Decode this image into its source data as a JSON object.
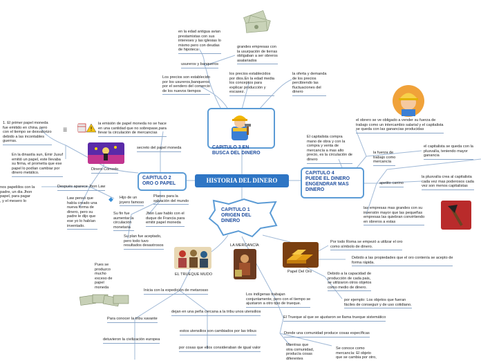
{
  "central": "HISTORIA DEL DINERO",
  "chapters": {
    "c1": "CAPITULO 1\nORIGEN DEL\nDINERO",
    "c2": "CAPITULO 2\nORO O PAPEL",
    "c3": "CAPITULO 3 EN\nBUSCA DEL DINERO",
    "c4": "CAPITULO 4\nPUEDE EL DINERO\nENGENDRAR MAS\nDINERO"
  },
  "c3_nodes": {
    "n1": "en la edad antigua avian\nprestamistas con sus\nintereses y las iglesias lo\nmismo pero con deudas\nde hipoteca",
    "n2": "grandes empresas con\nla usurpación de tierras\nobligaban a ser obreros\nasalariados",
    "n3": "usureros y banqueros",
    "n4": "Los precios son establecido\npor los usureros,banqueros\npor el sendero del comercio\nde los nuevos tiempos",
    "n5": "los precios establecidos\npor dios.En la edad media\nlos conceptos para\nexplicar   producción y\nescasez.",
    "n6": "la oferta y demanda\nde los precios\npercibiendo las\nfluctuaciones del\ndinero"
  },
  "c2_nodes": {
    "emission": "la emisión de papel moneda no se hace\nen una cantidad que no sobrepase,para\nllevar la circulación de mercancías",
    "secret": "secreto del papel moneda",
    "china": "1. El primer papel moneda\nfue emitido en china, pero\ncon el tiempo se desvalorizo\ndebido a las incontables\nguerras.",
    "sung": "En la dinastía sun, Emir Jusuf\nemitió un papel, este llevaba\nsu firma, el prometía que ese\npapel lo podían cambiar por\ndinero metálico.",
    "dinero_comodo": "Dinero Cómodo",
    "john_law": "Después aparece Jhon Law",
    "left_cut": "nos papeliilos con la\n padre, un dia Jhon\npapel, para pagar\n, y el mesero lo",
    "law_thought": "Law pensó que\nhabía creado una\nnueva forma de\ndinero, pero su\npadre le dijo que\nese yo lo habían\ninventado.",
    "son": "Hijo de un\njoyero famoso",
    "planes": "Planes para la\nsalvación del mundo",
    "duque": "Jhon Law hablo con el\nduque de Francia para\nemitir papel moneda",
    "su_fin": "Su fin fue\naumentar la\ncirculación\nmonetaria",
    "su_plan": "Su plan fue aceptado,\npero todo tuvo\nresultados desastrosos"
  },
  "c1_nodes": {
    "mercancia": "LA MERCANCÍA",
    "trueque": "EL TRUEQUE MUDO",
    "pues": "Pues se\nproduzco\nmucho\nexceso de\npapel\nmoneda",
    "inicia": "Inicia con la expedición de metarosso",
    "tribu": "Para conocer la tribu xavante",
    "civilizacion": "detuvieron la civilización europea",
    "dejan": "dejan en una peña cercana a la tribu unos utensilios",
    "estos": "estos utensilios son cambiados por las tribus",
    "por_cosas": "por cosas que ellos consideraban de igual valor",
    "indigenas": "Los indígenas trabajan\nconjuntamente, pero con el tiempo se\najustaron a otro tipo de trueque.",
    "ajustaron": "El Trueque al que se ajustaron se llama trueque sistemático",
    "comunidad": "Donde una comunidad produce cosas específicas",
    "mientras": "Mientras que\notra comunidad,\nproducía cosas\ndiferentes",
    "se_conoce": "Se conoce como\nmercancía: El objeto\nque se cambia por otro,",
    "papel_oro": "Papel Del Oro",
    "roma": "Por todo Roma se empezó a utilizar el oro\ncomo símbolo de dinero.",
    "propiedades": "Debido a las propiedades que el oro contenía se acepto de\nforma rápida.",
    "capacidad": "Debido a la capacidad de\nproducción de cada pais,\nse utilizaron otros objetos\ncomo medio de dinero.",
    "ejemplo": "por ejemplo: Los objetos que fueran\nfáciles de conseguir y de uso cotidiano."
  },
  "c4_nodes": {
    "capitalista": "El capitalista compra\nmano de obra y con la\ncompra y venta de\nmercancía a mas alto\nprecio, es la circulación de\ndinero",
    "obrero": "el obrero se ve obligado a vender su fuerza de\ntrabajo como un intercambio salarial y el capitalista\nse queda con las ganancias producidas",
    "fuerza": "la fuerza de\ntrabajo como\nmercancía",
    "plusvalia": "el capitalista se queda con la\nplusvalía, teniendo mayor\nganancia",
    "apetito": "apetito canino",
    "plusvalia2": "la plusvalía crea al capitalista\ncada vez mas poderosos cada\nvez son menos capitalistas",
    "empresas": "las empresas mas grandes con su\ninversión mayor que las pequeñas\nempresas las quiebran convirtiendo\nen obreros a estas"
  },
  "colors": {
    "central": "#2e75c4",
    "box_border": "#5b9bd5",
    "box_text": "#1f4e9e",
    "line": "#9fb8d6"
  },
  "icons": [
    "worker-icon",
    "money-icon",
    "warning-icon",
    "gold-icon",
    "axe-icon",
    "table-icon"
  ]
}
